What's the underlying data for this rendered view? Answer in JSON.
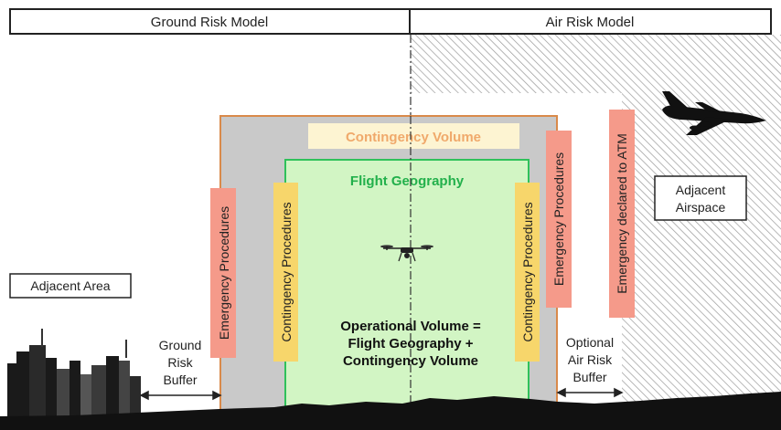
{
  "header": {
    "ground_risk_model": "Ground Risk Model",
    "air_risk_model": "Air Risk Model"
  },
  "labels": {
    "contingency_volume": "Contingency Volume",
    "flight_geography": "Flight Geography",
    "emergency_procedures": "Emergency Procedures",
    "contingency_procedures": "Contingency Procedures",
    "emergency_declared_to_atm": "Emergency declared to ATM",
    "adjacent_area": "Adjacent Area",
    "adjacent_airspace_line1": "Adjacent",
    "adjacent_airspace_line2": "Airspace",
    "ground_risk_buffer_line1": "Ground",
    "ground_risk_buffer_line2": "Risk",
    "ground_risk_buffer_line3": "Buffer",
    "air_risk_buffer_line1": "Optional",
    "air_risk_buffer_line2": "Air Risk",
    "air_risk_buffer_line3": "Buffer",
    "operational_volume_line1": "Operational Volume =",
    "operational_volume_line2": "Flight Geography +",
    "operational_volume_line3": "Contingency Volume"
  },
  "colors": {
    "contingency_volume_text": "#f0a96b",
    "contingency_volume_bg": "#fdf4d2",
    "flight_geography_text": "#22b04b",
    "flight_geography_fill": "#d2f5c4",
    "flight_geography_border": "#2fc15a",
    "contingency_fill": "#c9c9c9",
    "contingency_border": "#d98a4a",
    "emergency_box": "#f59a8a",
    "contingency_box": "#f7d66b",
    "hatch": "#9a9a9a",
    "ground": "#111111"
  },
  "icons": {
    "drone": "drone-icon",
    "airplane": "airplane-icon",
    "city": "city-skyline-icon"
  }
}
